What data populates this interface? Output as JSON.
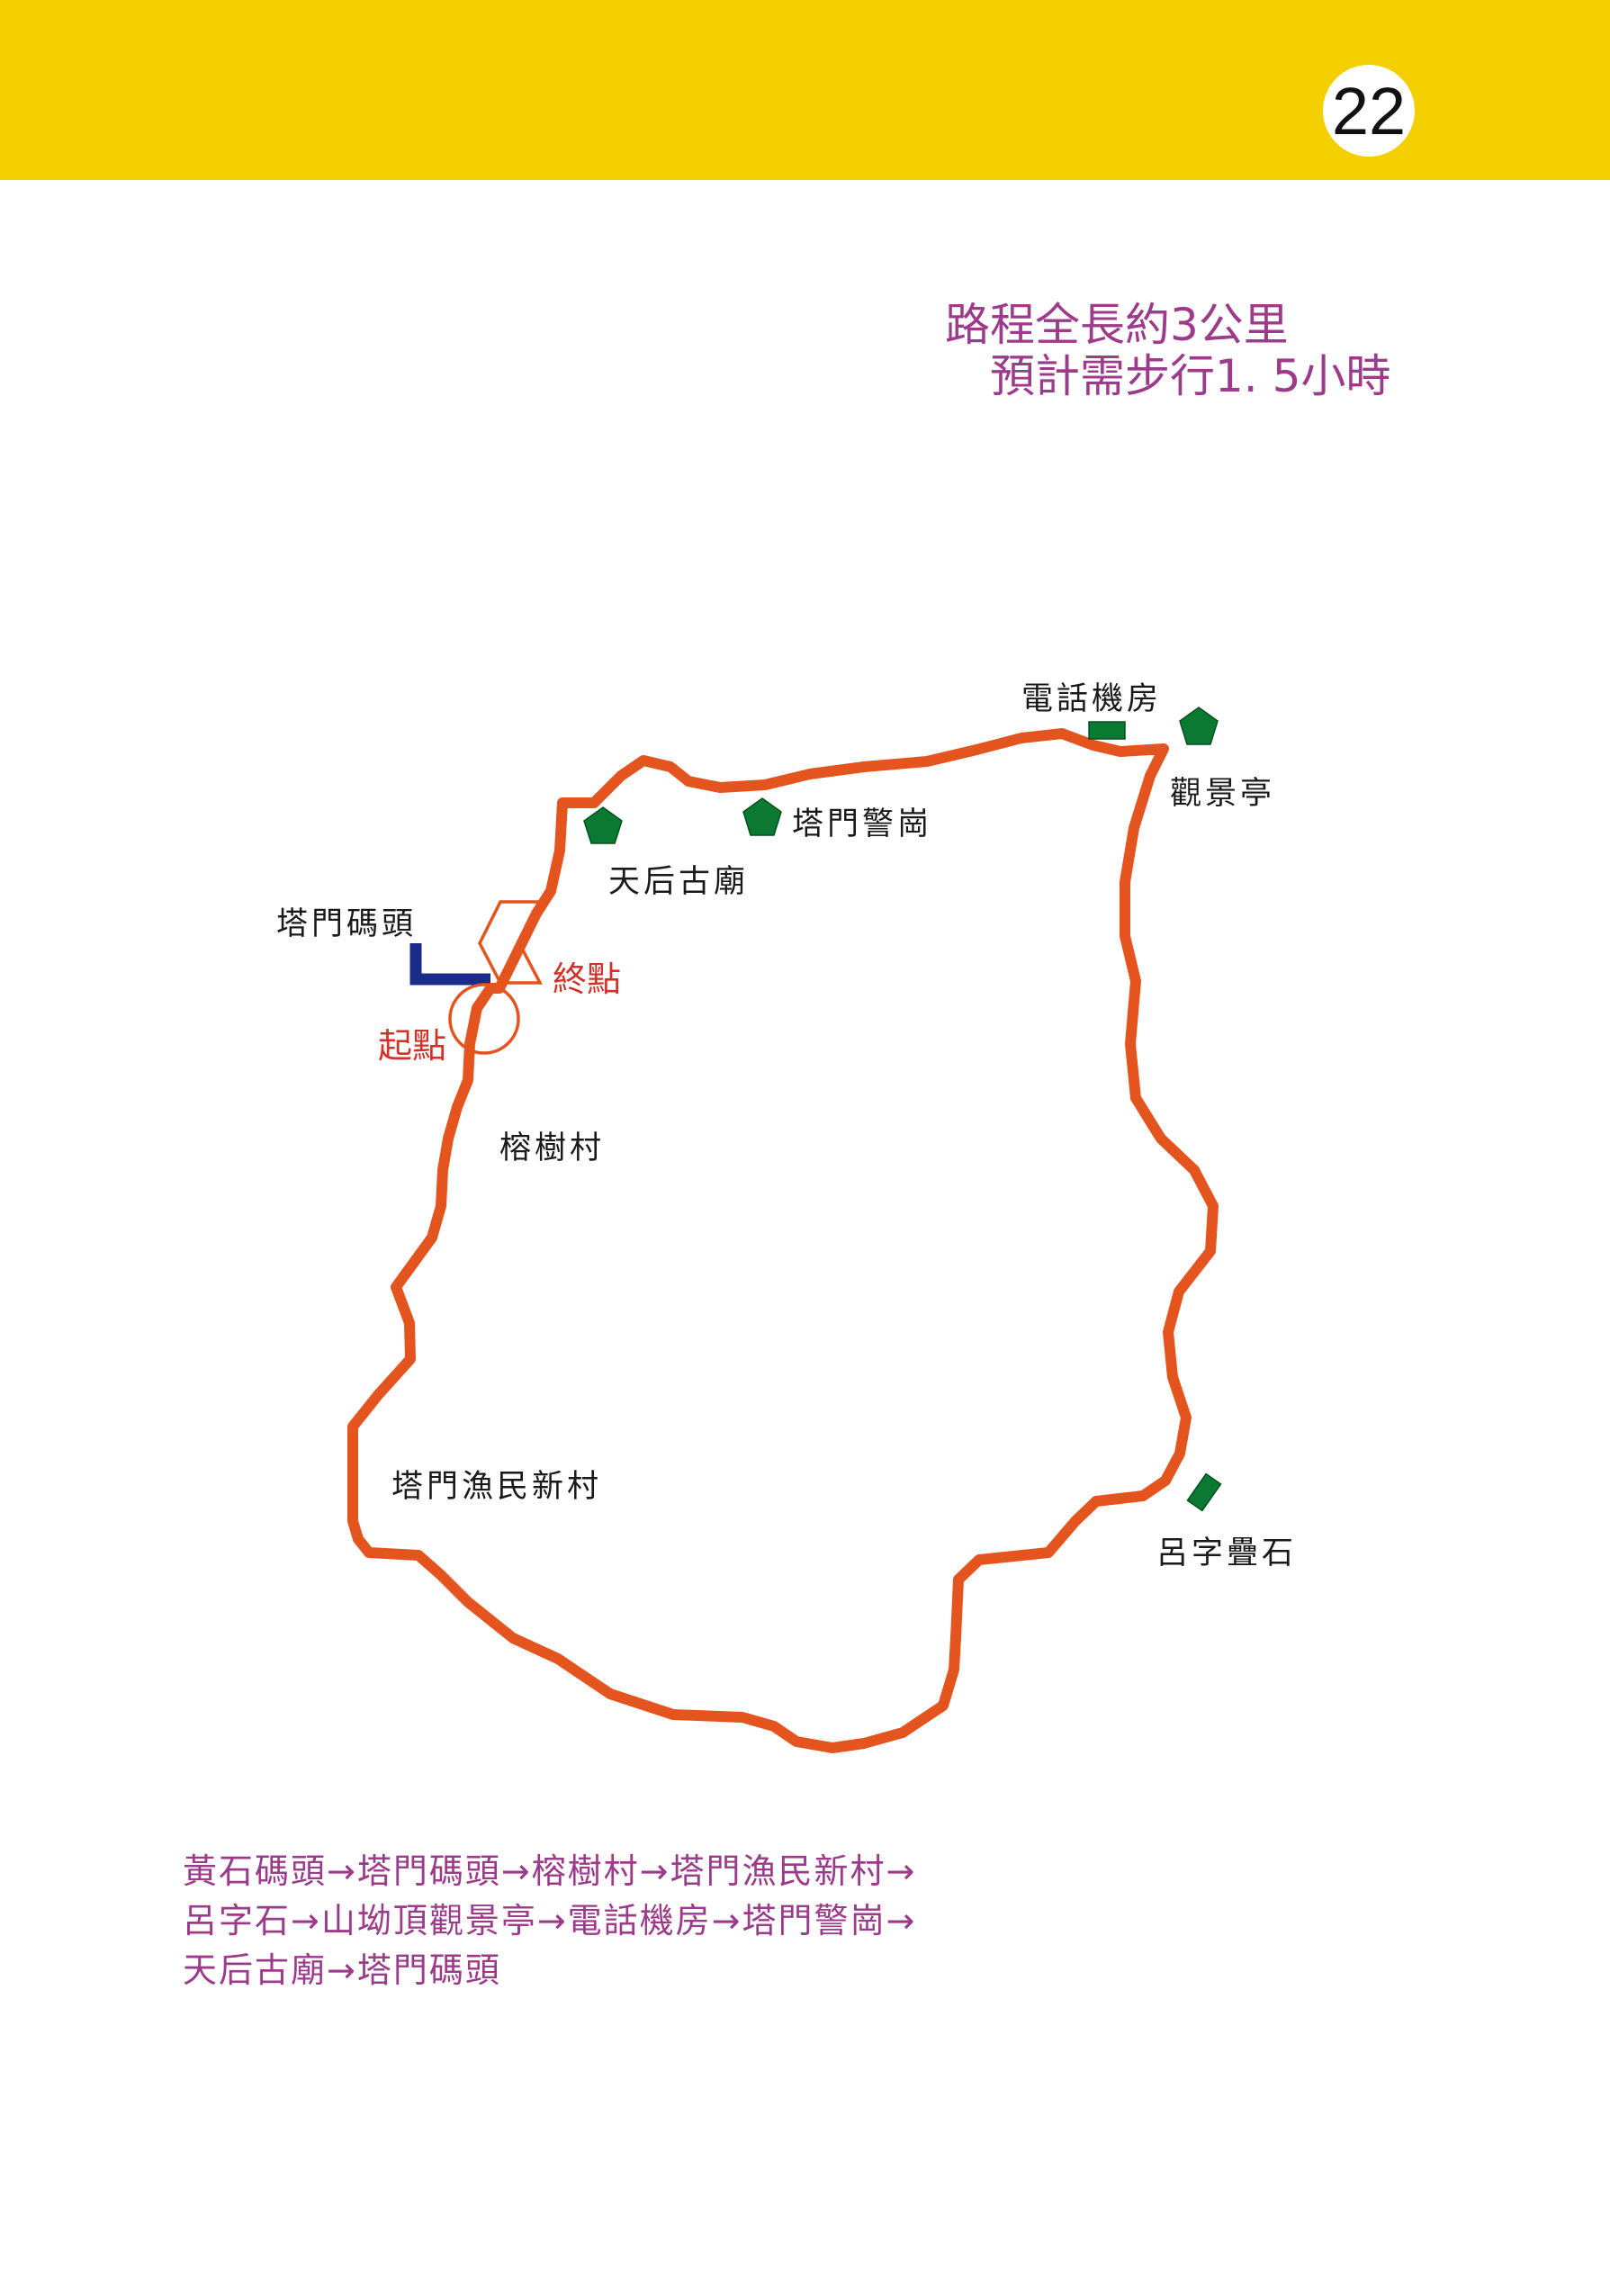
{
  "page": {
    "number": "22"
  },
  "info": {
    "distance": "路程全長約3公里",
    "duration": "預計需步行1. 5小時"
  },
  "labels": {
    "telecom_room": "電話機房",
    "lookout_pavilion": "觀景亭",
    "tamen_police_post": "塔門警崗",
    "tin_hau_temple": "天后古廟",
    "tamen_pier": "塔門碼頭",
    "finish": "終點",
    "start": "起點",
    "banyan_village": "榕樹村",
    "fishermen_new_village": "塔門漁民新村",
    "lui_tsz_rock": "呂字疊石"
  },
  "legend_colors": {
    "route": "#e4541f",
    "pier_path": "#1b2b8a",
    "landmark": "#0a7a33",
    "start_finish": "#e4541f",
    "header": "#f3cf00",
    "text_accent": "#9b3b8a"
  },
  "route_description": [
    "黃石碼頭→塔門碼頭→榕樹村→塔門漁民新村→",
    "呂字石→山坳頂觀景亭→電話機房→塔門警崗→",
    "天后古廟→塔門碼頭"
  ]
}
